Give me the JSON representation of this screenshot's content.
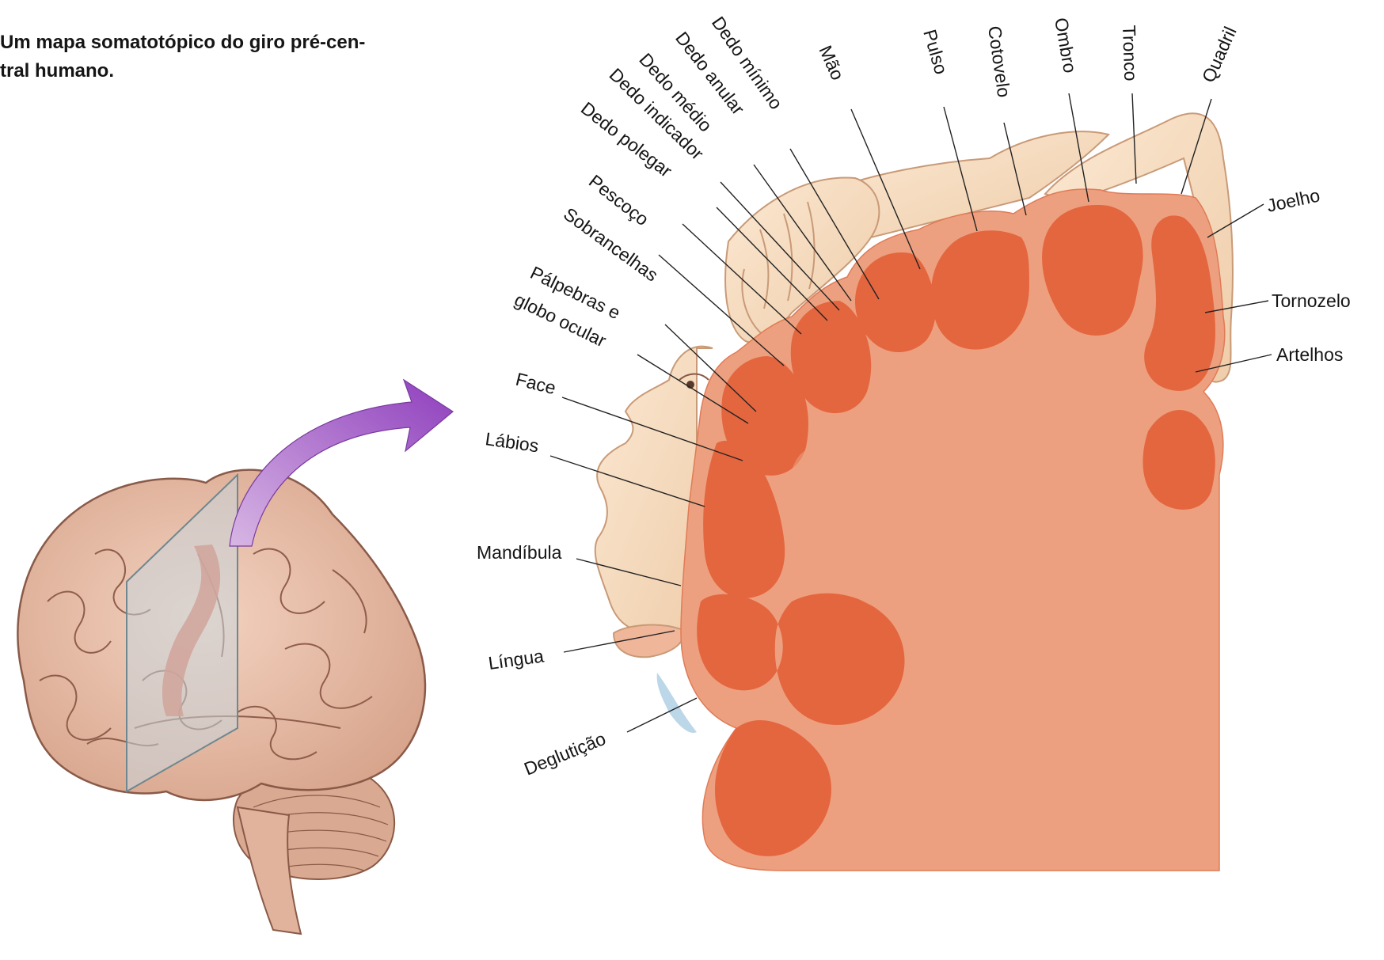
{
  "caption": {
    "line1": "Um mapa somatotópico do giro pré-cen-",
    "line2": "tral humano."
  },
  "labels": {
    "dedo_minimo": "Dedo mínimo",
    "dedo_anular": "Dedo anular",
    "dedo_medio": "Dedo médio",
    "dedo_indicador": "Dedo indicador",
    "dedo_polegar": "Dedo polegar",
    "pescoco": "Pescoço",
    "sobrancelhas": "Sobrancelhas",
    "palpebras_1": "Pálpebras e",
    "palpebras_2": "globo ocular",
    "face": "Face",
    "labios": "Lábios",
    "mandibula": "Mandíbula",
    "lingua": "Língua",
    "degluticao": "Deglutição",
    "mao": "Mão",
    "pulso": "Pulso",
    "cotovelo": "Cotovelo",
    "ombro": "Ombro",
    "tronco": "Tronco",
    "quadril": "Quadril",
    "joelho": "Joelho",
    "tornozelo": "Tornozelo",
    "artelhos": "Artelhos"
  },
  "colors": {
    "cortex_light": "#eda07f",
    "cortex_dark": "#e4663f",
    "skin": "#f6dcc0",
    "skin_outline": "#c99a77",
    "brain": "#e8bfa6",
    "brain_outline": "#8a5a48",
    "arrow": "#a463c6",
    "plane": "#c8d6dc"
  }
}
